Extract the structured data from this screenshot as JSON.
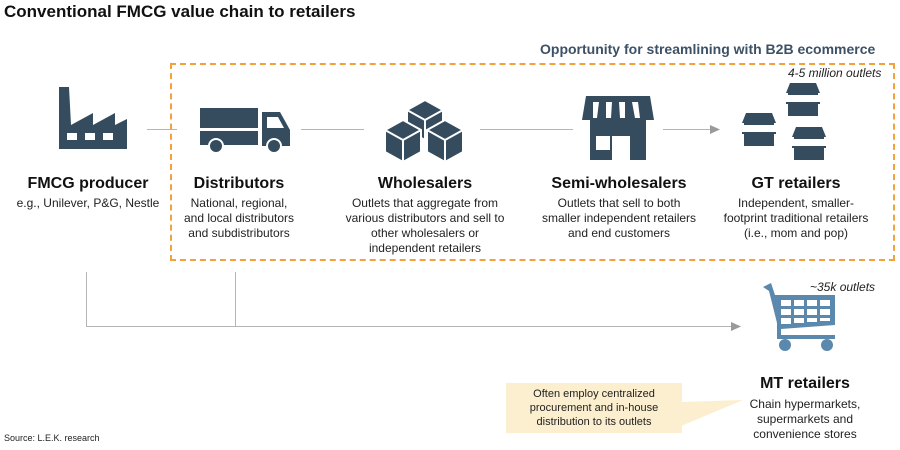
{
  "title": "Conventional FMCG value chain to retailers",
  "opportunity_label": "Opportunity for streamlining with B2B ecommerce",
  "colors": {
    "icon_dark": "#354b5e",
    "icon_blue": "#5b89ad",
    "dashed_border": "#f0a33c",
    "callout_bg": "#fbefcf",
    "connector": "#b5b5b5",
    "opportunity_text": "#3d5166"
  },
  "stages": [
    {
      "id": "fmcg-producer",
      "icon": "factory-icon",
      "name": "FMCG producer",
      "desc": [
        "e.g., Unilever, P&G, Nestle"
      ]
    },
    {
      "id": "distributors",
      "icon": "truck-icon",
      "name": "Distributors",
      "desc": [
        "National, regional,",
        "and local distributors",
        "and subdistributors"
      ]
    },
    {
      "id": "wholesalers",
      "icon": "boxes-icon",
      "name": "Wholesalers",
      "desc": [
        "Outlets that aggregate from",
        "various distributors and sell to",
        "other wholesalers or",
        "independent retailers"
      ]
    },
    {
      "id": "semi-wholesalers",
      "icon": "storefront-icon",
      "name": "Semi-wholesalers",
      "desc": [
        "Outlets that sell to both",
        "smaller independent retailers",
        "and end customers"
      ]
    },
    {
      "id": "gt-retailers",
      "icon": "market-stalls-icon",
      "name": "GT retailers",
      "desc": [
        "Independent, smaller-",
        "footprint traditional retailers",
        "(i.e., mom and pop)"
      ],
      "outlets": "4-5 million outlets"
    }
  ],
  "mt_retailers": {
    "icon": "shopping-cart-icon",
    "name": "MT retailers",
    "desc": [
      "Chain hypermarkets,",
      "supermarkets and",
      "convenience stores"
    ],
    "outlets": "~35k outlets"
  },
  "callout": "Often employ centralized procurement and in-house distribution to its outlets",
  "source": "Source:  L.E.K.  research"
}
